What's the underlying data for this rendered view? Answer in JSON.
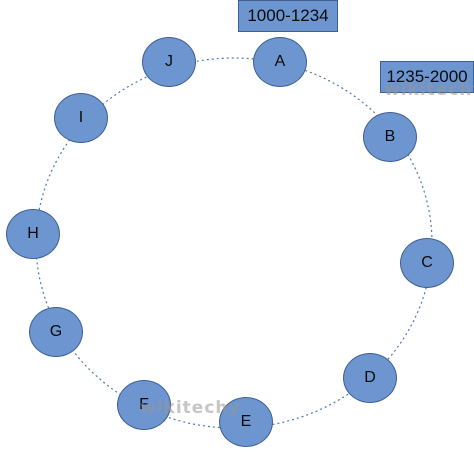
{
  "diagram": {
    "ring_color": "#4e78b4",
    "node_fill": "#6d95d0",
    "node_border": "#3f5f92",
    "nodes": [
      {
        "id": "A",
        "label": "A"
      },
      {
        "id": "B",
        "label": "B"
      },
      {
        "id": "C",
        "label": "C"
      },
      {
        "id": "D",
        "label": "D"
      },
      {
        "id": "E",
        "label": "E"
      },
      {
        "id": "F",
        "label": "F"
      },
      {
        "id": "G",
        "label": "G"
      },
      {
        "id": "H",
        "label": "H"
      },
      {
        "id": "I",
        "label": "I"
      },
      {
        "id": "J",
        "label": "J"
      }
    ],
    "ranges": [
      {
        "label": "1000-1234"
      },
      {
        "label": "1235-2000"
      }
    ],
    "watermark": "wikitechy"
  }
}
